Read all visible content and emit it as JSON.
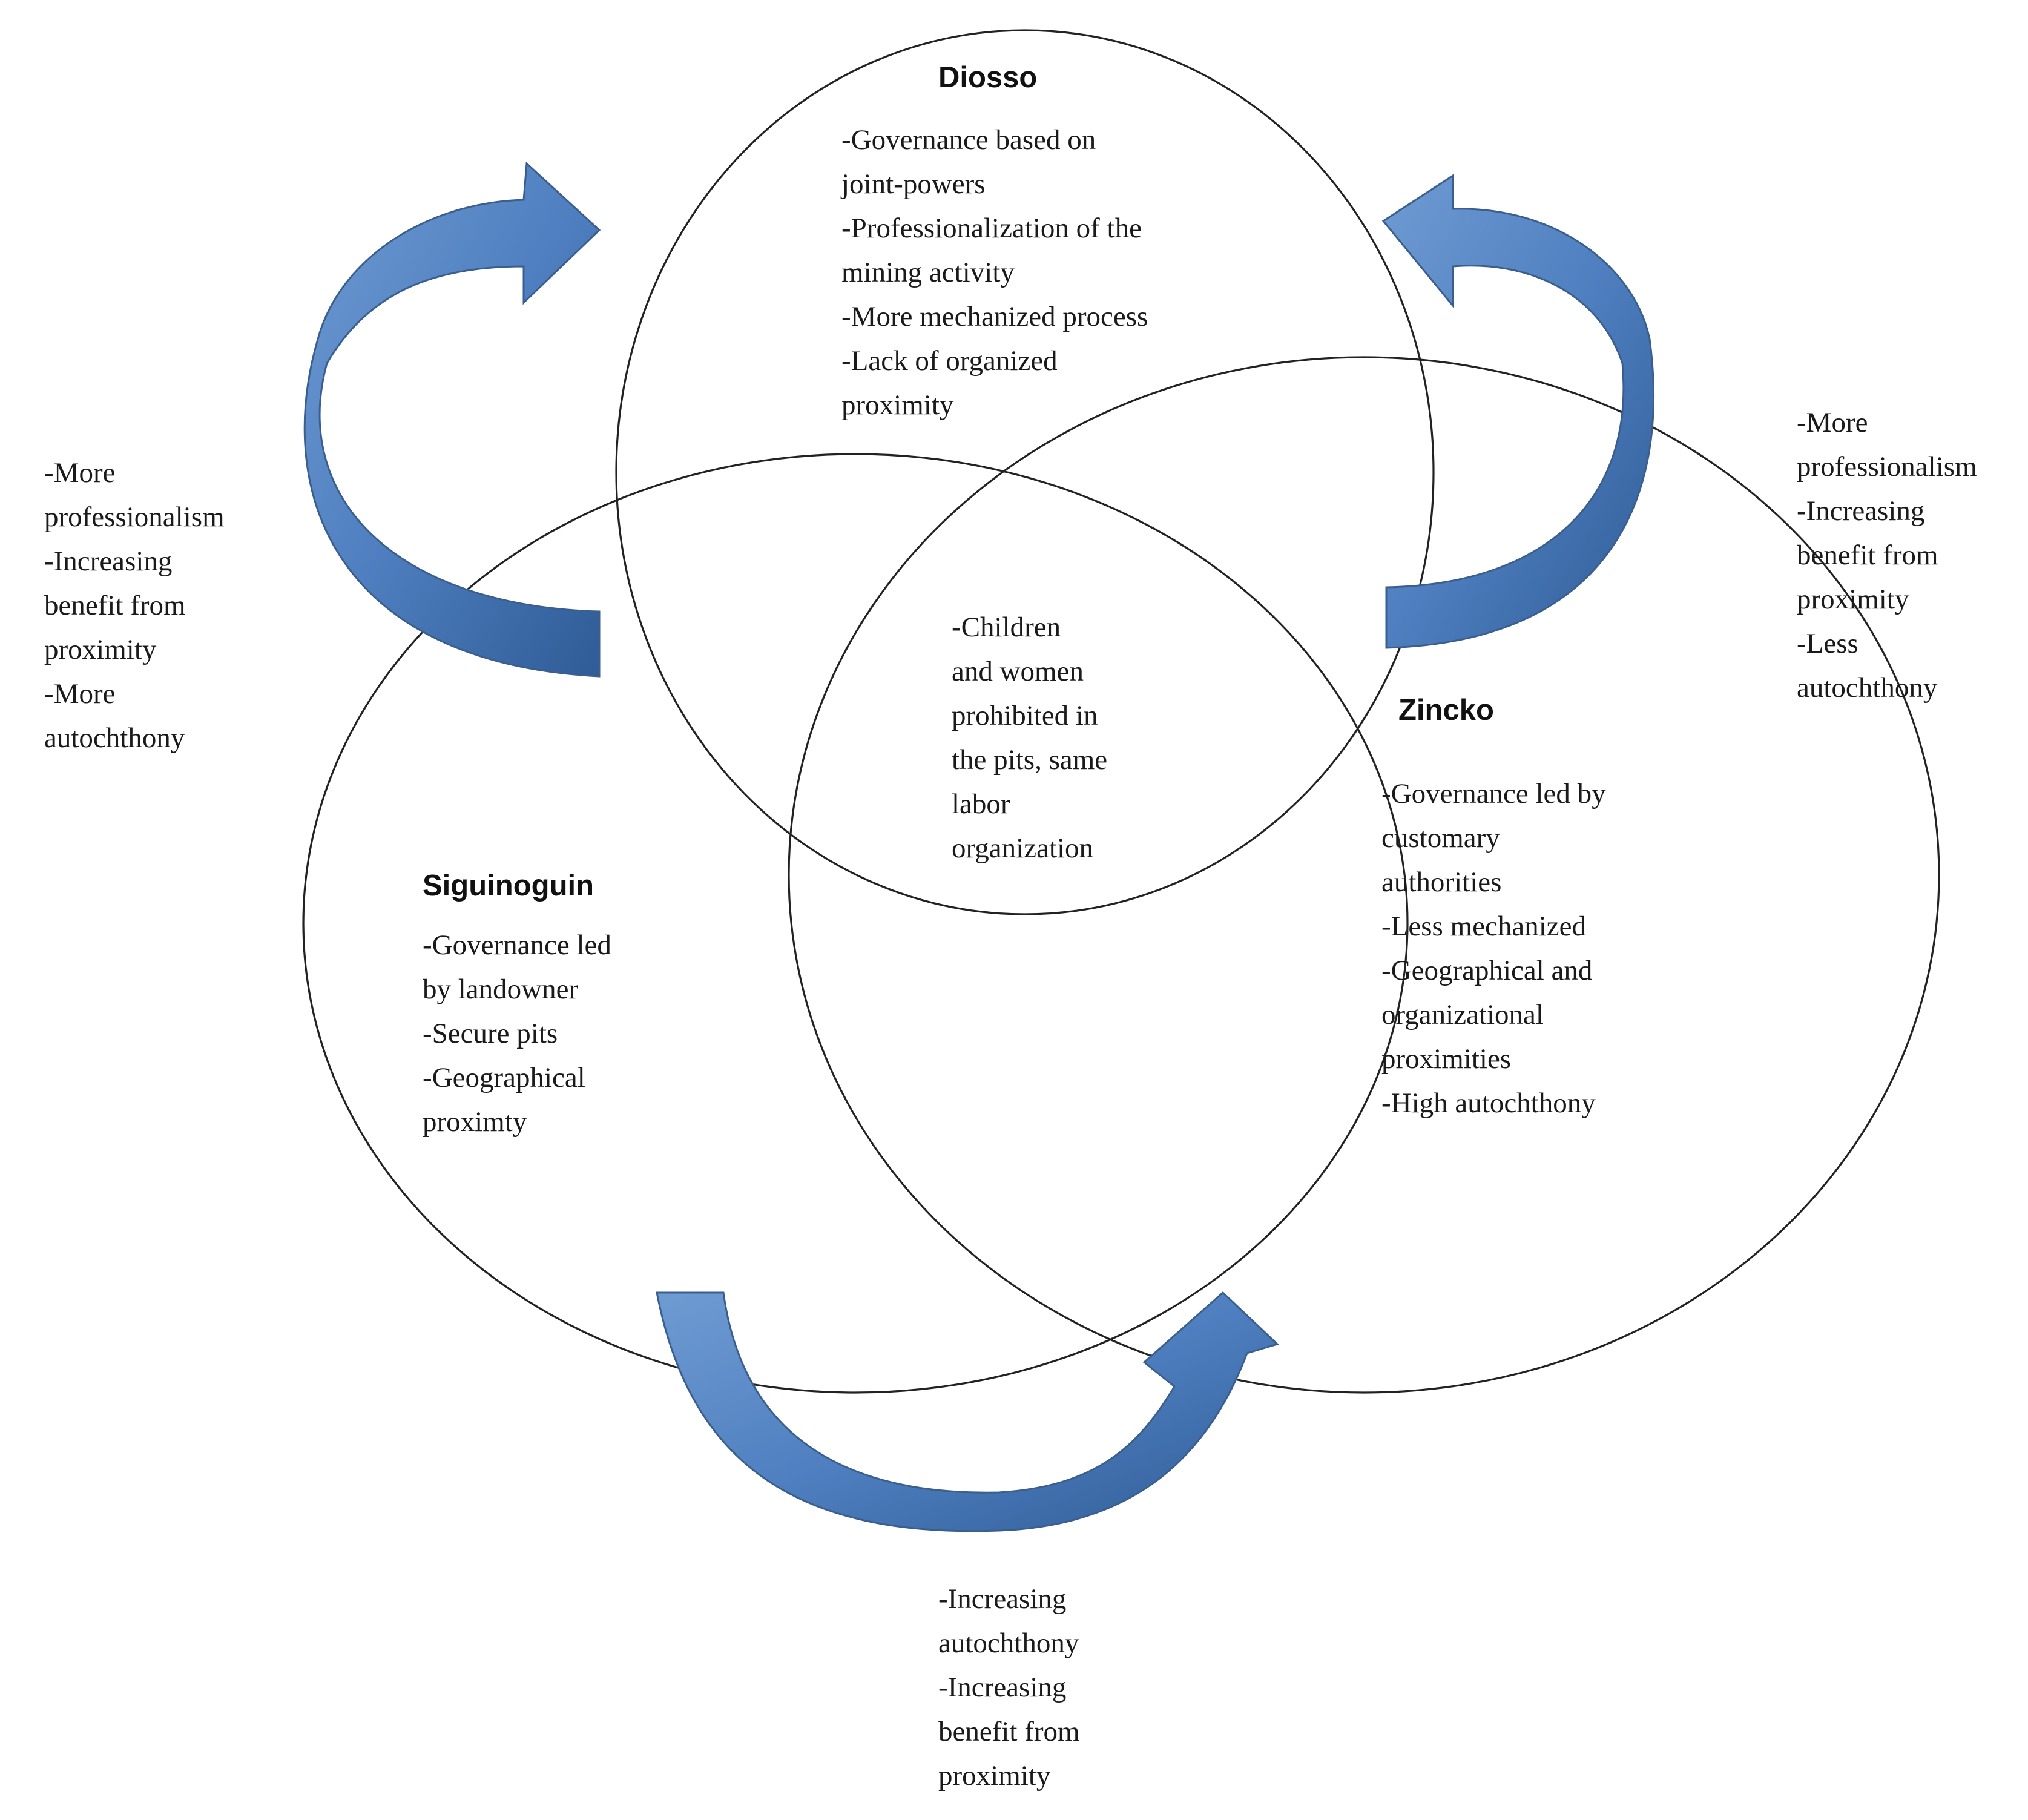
{
  "colors": {
    "arrow_fill": "#4f7fc0",
    "arrow_dark": "#2f5c96",
    "circle_stroke": "#222222"
  },
  "regions": {
    "diosso": {
      "title": "Diosso",
      "lines": [
        "-Governance based on",
        "joint-powers",
        "-Professionalization of the",
        "mining activity",
        "-More mechanized process",
        "-Lack of organized",
        "proximity"
      ]
    },
    "siguinoguin": {
      "title": "Siguinoguin",
      "lines": [
        "-Governance led",
        "by landowner",
        "-Secure pits",
        "-Geographical",
        "proximty"
      ]
    },
    "zincko": {
      "title": "Zincko",
      "lines": [
        "-Governance led by",
        "customary",
        "authorities",
        "-Less mechanized",
        "-Geographical and",
        "organizational",
        "proximities",
        "-High autochthony"
      ]
    },
    "center": {
      "lines": [
        "-Children",
        "and women",
        "prohibited in",
        "the pits, same",
        "labor",
        "organization"
      ]
    }
  },
  "arrows": {
    "left": {
      "lines": [
        "-More",
        "professionalism",
        "-Increasing",
        "benefit from",
        "proximity",
        "-More",
        "autochthony"
      ]
    },
    "right": {
      "lines": [
        "-More",
        "professionalism",
        "-Increasing",
        "benefit from",
        "proximity",
        "-Less",
        "autochthony"
      ]
    },
    "bottom": {
      "lines": [
        "-Increasing",
        "autochthony",
        "-Increasing",
        "benefit from",
        "proximity"
      ]
    }
  }
}
